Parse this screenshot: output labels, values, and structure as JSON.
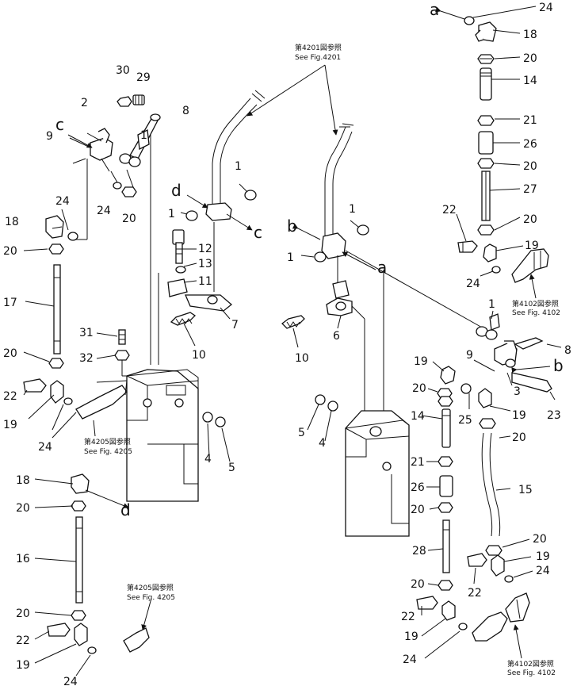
{
  "callouts": {
    "c1": "a",
    "c2": "24",
    "c3": "18",
    "c4": "20",
    "c5": "14",
    "c6": "21",
    "c7": "26",
    "c8": "20",
    "c9": "27",
    "c10": "22",
    "c11": "20",
    "c12": "19",
    "c13": "24",
    "c14": "30",
    "c15": "29",
    "c16": "2",
    "c17": "8",
    "c18": "c",
    "c19": "9",
    "c20": "1",
    "c21": "1",
    "c22": "d",
    "c23": "1",
    "c24": "c",
    "c25": "24",
    "c26": "20",
    "c27": "24",
    "c28": "18",
    "c29": "20",
    "c30": "12",
    "c31": "13",
    "c32": "11",
    "c33": "17",
    "c34": "7",
    "c35": "10",
    "c36": "31",
    "c37": "20",
    "c38": "32",
    "c39": "22",
    "c40": "19",
    "c41": "24",
    "c42": "4",
    "c43": "5",
    "c44": "18",
    "c45": "d",
    "c46": "20",
    "c47": "16",
    "c48": "20",
    "c49": "22",
    "c50": "19",
    "c51": "24",
    "c52": "b",
    "c53": "1",
    "c54": "1",
    "c55": "a",
    "c56": "6",
    "c57": "10",
    "c58": "1",
    "c59": "8",
    "c60": "9",
    "c61": "19",
    "c62": "b",
    "c63": "20",
    "c64": "3",
    "c65": "23",
    "c66": "25",
    "c67": "19",
    "c68": "14",
    "c69": "20",
    "c70": "5",
    "c71": "4",
    "c72": "21",
    "c73": "15",
    "c74": "26",
    "c75": "20",
    "c76": "28",
    "c77": "20",
    "c78": "19",
    "c79": "22",
    "c80": "24",
    "c81": "20",
    "c82": "22",
    "c83": "19",
    "c84": "24"
  },
  "notes": {
    "fig4201_jp": "第4201図参照",
    "fig4201_en": "See Fig.4201",
    "fig4102a_jp": "第4102図参照",
    "fig4102a_en": "See Fig. 4102",
    "fig4205a_jp": "第4205図参照",
    "fig4205a_en": "See Fig. 4205",
    "fig4205b_jp": "第4205図参照",
    "fig4205b_en": "See Fig. 4205",
    "fig4102b_jp": "第4102図参照",
    "fig4102b_en": "See Fig. 4102"
  }
}
